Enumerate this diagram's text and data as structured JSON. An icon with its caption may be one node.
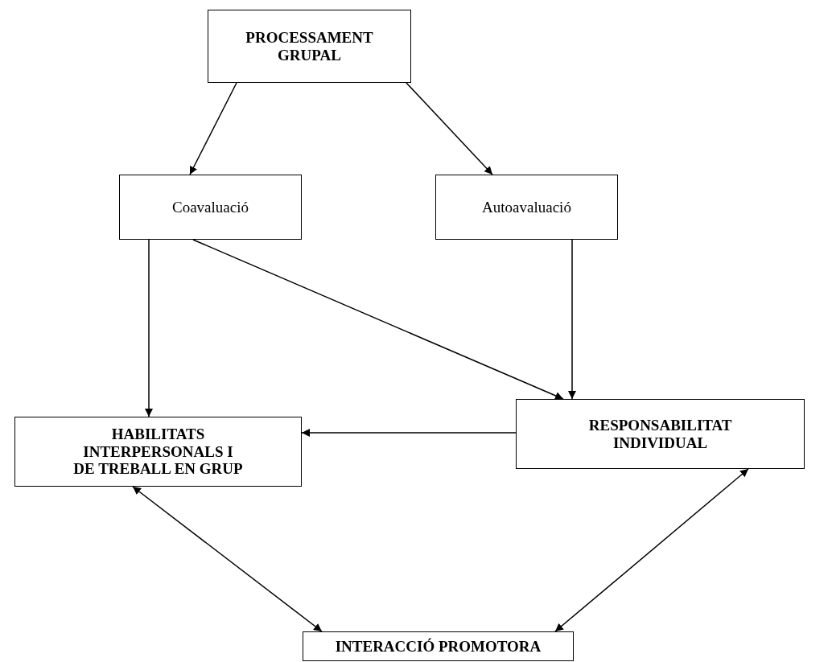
{
  "diagram": {
    "nodes": [
      {
        "text": [
          "PROCESSAMENT GRUPAL"
        ]
      },
      {
        "text": [
          "Coavaluació"
        ]
      },
      {
        "text": [
          "Autoavaluació"
        ]
      },
      {
        "text": [
          "HABILITATS INTERPERSONALS I DE TREBALL EN GRUP"
        ]
      },
      {
        "text": [
          "RESPONSABILITAT INDIVIDUAL"
        ]
      },
      {
        "text": [
          "INTERACCIÓ PROMOTORA"
        ]
      }
    ],
    "edges": [
      {
        "from": 0,
        "to": 1,
        "arrow": "to"
      },
      {
        "from": 0,
        "to": 2,
        "arrow": "to"
      },
      {
        "from": 1,
        "to": 3,
        "arrow": "to"
      },
      {
        "from": 1,
        "to": 4,
        "arrow": "to"
      },
      {
        "from": 2,
        "to": 4,
        "arrow": "to"
      },
      {
        "from": 4,
        "to": 3,
        "arrow": "to"
      },
      {
        "from": 3,
        "to": 5,
        "arrow": "both"
      },
      {
        "from": 4,
        "to": 5,
        "arrow": "both"
      }
    ]
  }
}
